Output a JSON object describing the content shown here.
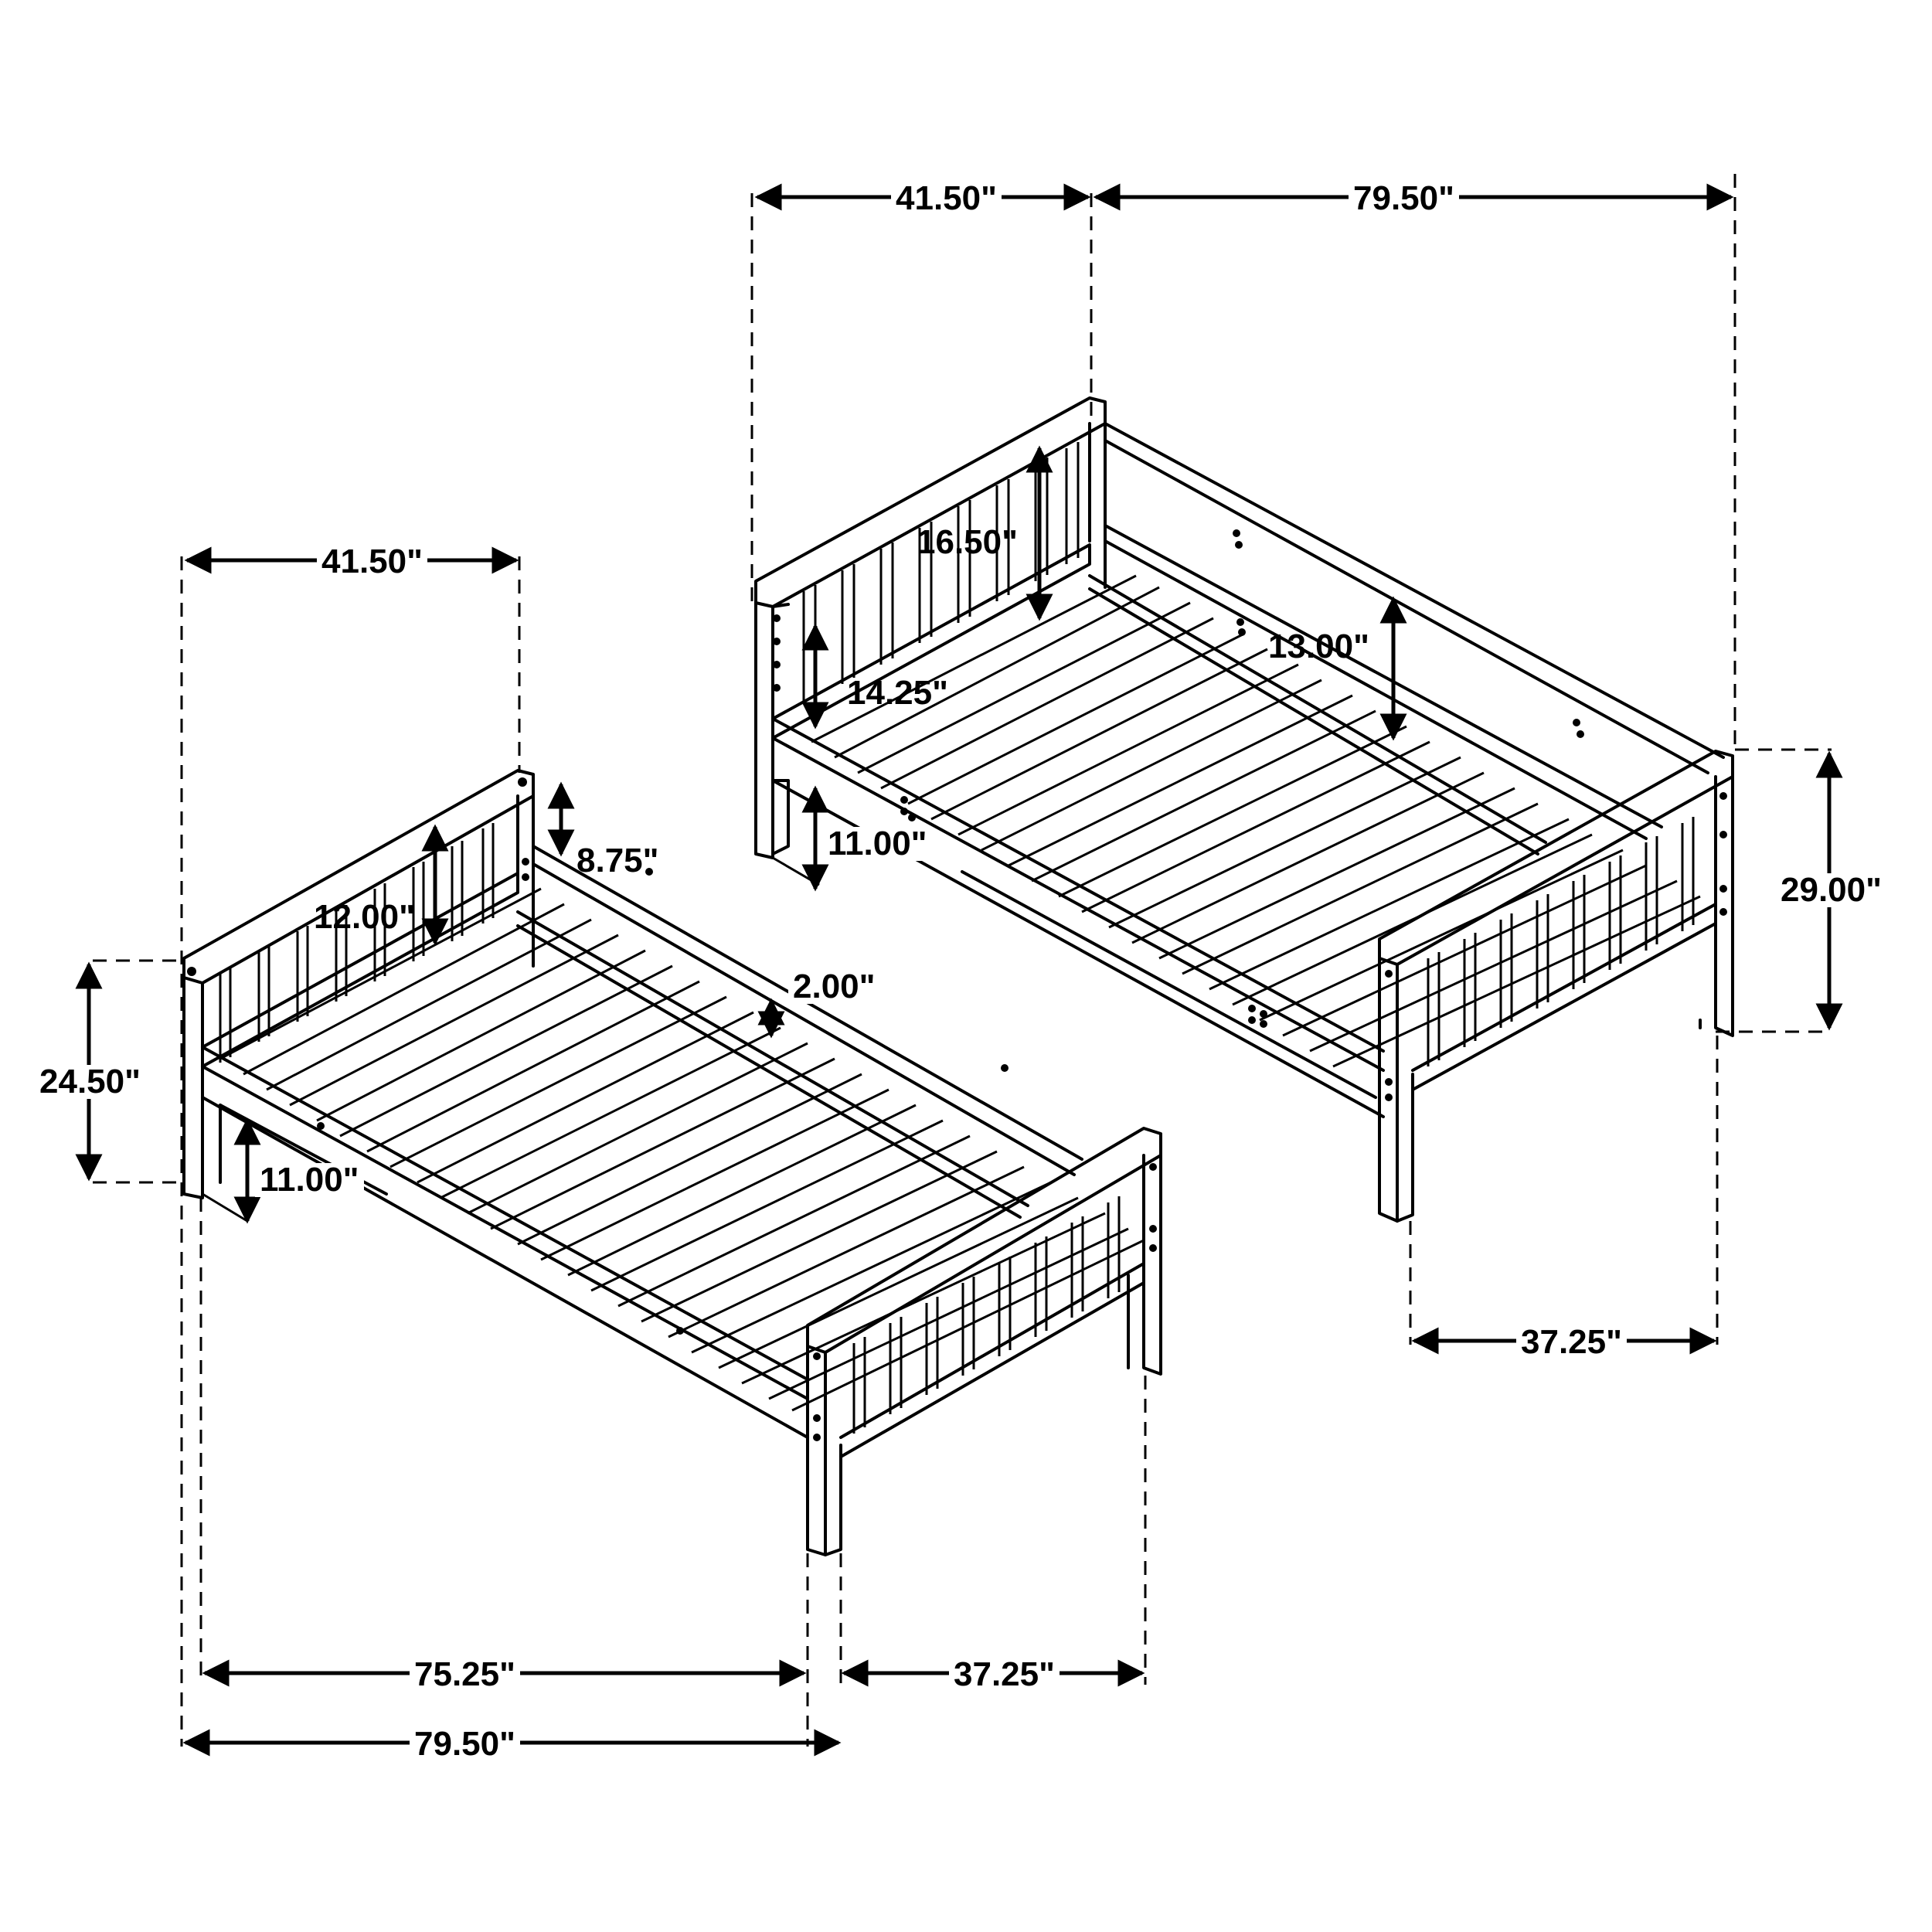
{
  "diagram": {
    "subject": "Bunk bed frames (upper and lower) dimension drawing",
    "color": "#000000",
    "background": "#ffffff"
  },
  "upper_bed": {
    "dims": {
      "width_top": "41.50\"",
      "length_top": "79.50\"",
      "headboard_panel_height": "16.50\"",
      "headboard_rail_to_slat": "14.25\"",
      "guard_rail_height": "13.00\"",
      "leg_clearance": "11.00\"",
      "overall_height": "29.00\"",
      "footboard_width": "37.25\""
    }
  },
  "lower_bed": {
    "dims": {
      "width_top": "41.50\"",
      "post_extension": "8.75\"",
      "headboard_panel_height": "12.00\"",
      "slat_depth": "2.00\"",
      "overall_height": "24.50\"",
      "leg_clearance": "11.00\"",
      "inner_length": "75.25\"",
      "footboard_width": "37.25\"",
      "overall_length": "79.50\""
    }
  }
}
